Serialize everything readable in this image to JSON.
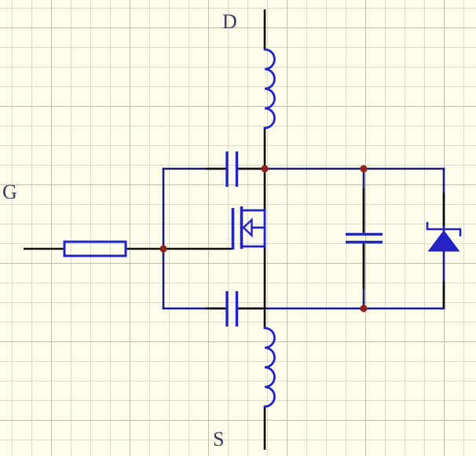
{
  "diagram": {
    "type": "circuit-schematic",
    "subject": "Power MOSFET equivalent circuit with parasitic elements: drain and source lead inductors, gate resistor, gate-drain / gate-source / drain-source capacitors and body (schottky) diode",
    "terminals": {
      "drain": "D",
      "gate": "G",
      "source": "S"
    },
    "components": [
      {
        "name": "drain-inductor",
        "symbol": "inductor"
      },
      {
        "name": "source-inductor",
        "symbol": "inductor"
      },
      {
        "name": "gate-resistor",
        "symbol": "resistor"
      },
      {
        "name": "gate-drain-capacitor",
        "symbol": "capacitor"
      },
      {
        "name": "gate-source-capacitor",
        "symbol": "capacitor"
      },
      {
        "name": "drain-source-capacitor",
        "symbol": "capacitor"
      },
      {
        "name": "body-diode",
        "symbol": "schottky-diode"
      },
      {
        "name": "mosfet",
        "symbol": "n-channel-mosfet"
      }
    ]
  },
  "colors": {
    "background": "#fdfde9",
    "grid_minor": "#dbdbc9",
    "grid_major": "#bdbdad",
    "wire": "#1a1a85",
    "component": "#2323c4",
    "lead": "#0d0d0d",
    "junction": "#8f231c",
    "label": "#3a3a68"
  }
}
